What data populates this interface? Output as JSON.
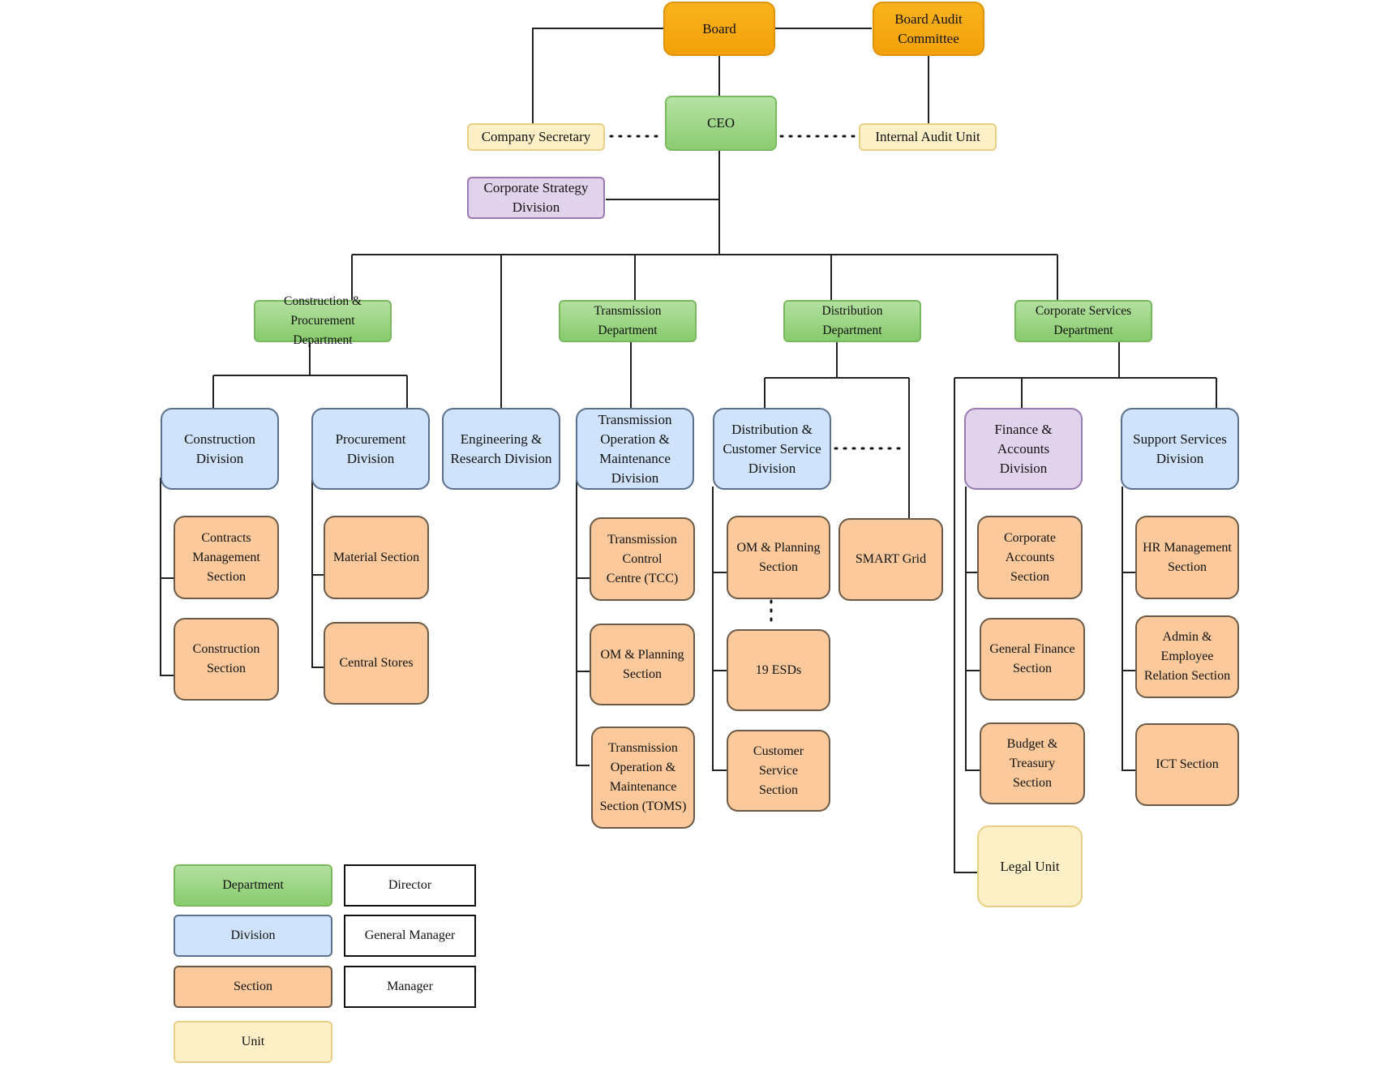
{
  "nodes": {
    "board": "Board",
    "board_audit_committee": "Board Audit\nCommittee",
    "ceo": "CEO",
    "company_secretary": "Company Secretary",
    "internal_audit_unit": "Internal Audit Unit",
    "corporate_strategy_division": "Corporate Strategy\nDivision",
    "construction_procurement_department": "Construction &\nProcurement Department",
    "transmission_department": "Transmission\nDepartment",
    "distribution_department": "Distribution\nDepartment",
    "corporate_services_department": "Corporate Services\nDepartment",
    "construction_division": "Construction\nDivision",
    "procurement_division": "Procurement\nDivision",
    "engineering_research_division": "Engineering &\nResearch Division",
    "transmission_om_division": "Transmission\nOperation &\nMaintenance\nDivision",
    "distribution_customer_service_division": "Distribution &\nCustomer Service\nDivision",
    "finance_accounts_division": "Finance & Accounts\nDivision",
    "support_services_division": "Support Services\nDivision",
    "contracts_management_section": "Contracts\nManagement\nSection",
    "construction_section": "Construction\nSection",
    "material_section": "Material Section",
    "central_stores": "Central  Stores",
    "transmission_control_centre": "Transmission\nControl\nCentre (TCC)",
    "om_planning_section_transmission": "OM & Planning\nSection",
    "toms_section": "Transmission\nOperation &\nMaintenance\nSection (TOMS)",
    "om_planning_section_distribution": "OM & Planning\nSection",
    "esds": "19 ESDs",
    "customer_service_section": "Customer Service\nSection",
    "smart_grid": "SMART Grid",
    "corporate_accounts_section": "Corporate\nAccounts\nSection",
    "general_finance_section": "General Finance\nSection",
    "budget_treasury_section": "Budget &\nTreasury\nSection",
    "legal_unit": "Legal Unit",
    "hr_management_section": "HR Management\nSection",
    "admin_employee_relation_section": "Admin &\nEmployee\nRelation Section",
    "ict_section": "ICT Section"
  },
  "legend": {
    "department": "Department",
    "division": "Division",
    "section": "Section",
    "unit": "Unit",
    "director": "Director",
    "general_manager": "General Manager",
    "manager": "Manager"
  },
  "colors": {
    "board": "#f5a70f",
    "department": "#9fd68a",
    "division": "#cfe4fc",
    "purple_division": "#e2d3ec",
    "section": "#fbc99b",
    "unit": "#fdf0c7"
  }
}
